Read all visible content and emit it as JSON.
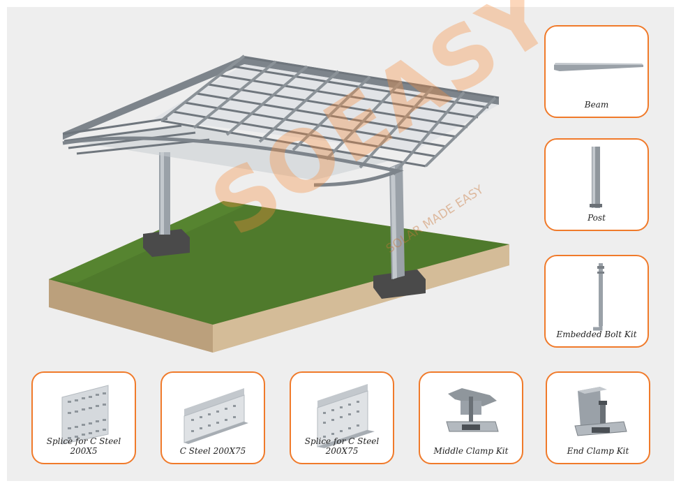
{
  "watermark": {
    "brand": "SOEASY",
    "tagline": "SOLAR MADE EASY"
  },
  "side_items": [
    {
      "label": "Beam",
      "icon": "beam-icon"
    },
    {
      "label": "Post",
      "icon": "post-icon"
    },
    {
      "label": "Embedded Bolt Kit",
      "icon": "bolt-icon"
    }
  ],
  "bottom_items": [
    {
      "label": "Splice for C Steel 200X5",
      "icon": "splice-plate-icon"
    },
    {
      "label": "C Steel 200X75",
      "icon": "c-steel-icon"
    },
    {
      "label": "Splice for C Steel 200X75",
      "icon": "splice-channel-icon"
    },
    {
      "label": "Middle Clamp Kit",
      "icon": "middle-clamp-icon"
    },
    {
      "label": "End Clamp Kit",
      "icon": "end-clamp-icon"
    }
  ],
  "colors": {
    "accent": "#f07a2a",
    "grass": "#4f7a2c",
    "soil": "#c9b08e"
  }
}
